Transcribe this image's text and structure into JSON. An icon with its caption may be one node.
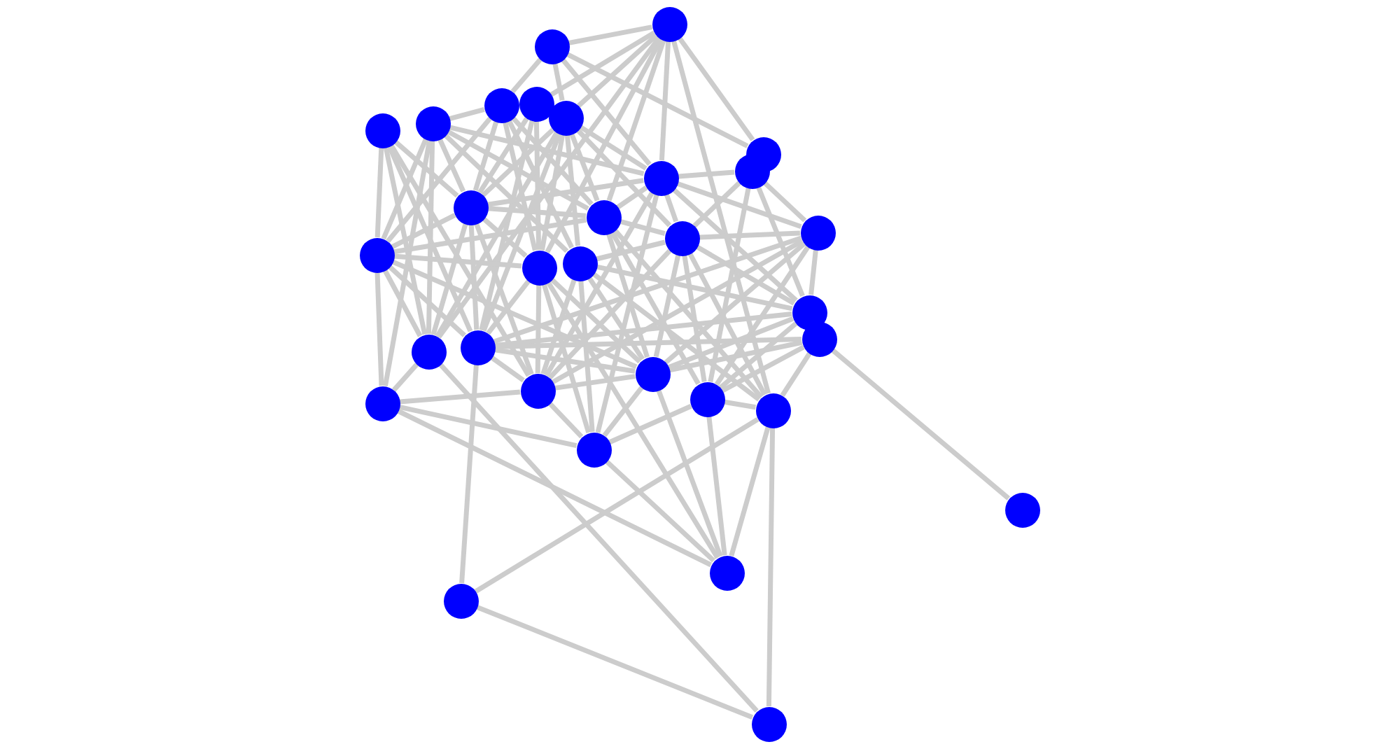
{
  "diagram": {
    "nodes": [
      {
        "text": [],
        "shape": "circle"
      },
      {
        "text": [],
        "shape": "circle"
      },
      {
        "text": [],
        "shape": "circle"
      },
      {
        "text": [],
        "shape": "circle"
      },
      {
        "text": [],
        "shape": "circle"
      },
      {
        "text": [],
        "shape": "circle"
      },
      {
        "text": [],
        "shape": "circle"
      },
      {
        "text": [],
        "shape": "circle"
      },
      {
        "text": [],
        "shape": "circle"
      },
      {
        "text": [],
        "shape": "circle"
      },
      {
        "text": [],
        "shape": "circle"
      },
      {
        "text": [],
        "shape": "circle"
      },
      {
        "text": [],
        "shape": "circle"
      },
      {
        "text": [],
        "shape": "circle"
      },
      {
        "text": [],
        "shape": "circle"
      },
      {
        "text": [],
        "shape": "circle"
      },
      {
        "text": [],
        "shape": "circle"
      },
      {
        "text": [],
        "shape": "circle"
      },
      {
        "text": [],
        "shape": "circle"
      },
      {
        "text": [],
        "shape": "circle"
      },
      {
        "text": [],
        "shape": "circle"
      },
      {
        "text": [],
        "shape": "circle"
      },
      {
        "text": [],
        "shape": "circle"
      },
      {
        "text": [],
        "shape": "circle"
      },
      {
        "text": [],
        "shape": "circle"
      },
      {
        "text": [],
        "shape": "circle"
      },
      {
        "text": [],
        "shape": "circle"
      },
      {
        "text": [],
        "shape": "circle"
      },
      {
        "text": [],
        "shape": "circle"
      },
      {
        "text": [],
        "shape": "circle"
      },
      {
        "text": [],
        "shape": "circle"
      }
    ],
    "edges": [
      {
        "from": 0,
        "to": 1,
        "arrow": "none"
      },
      {
        "from": 0,
        "to": 9,
        "arrow": "none"
      },
      {
        "from": 1,
        "to": 5,
        "arrow": "none"
      },
      {
        "from": 1,
        "to": 6,
        "arrow": "none"
      },
      {
        "from": 1,
        "to": 9,
        "arrow": "none"
      },
      {
        "from": 1,
        "to": 11,
        "arrow": "none"
      },
      {
        "from": 1,
        "to": 15,
        "arrow": "none"
      },
      {
        "from": 1,
        "to": 19,
        "arrow": "none"
      },
      {
        "from": 1,
        "to": 25,
        "arrow": "none"
      },
      {
        "from": 2,
        "to": 10,
        "arrow": "none"
      },
      {
        "from": 2,
        "to": 14,
        "arrow": "none"
      },
      {
        "from": 2,
        "to": 19,
        "arrow": "none"
      },
      {
        "from": 2,
        "to": 20,
        "arrow": "none"
      },
      {
        "from": 2,
        "to": 22,
        "arrow": "none"
      },
      {
        "from": 3,
        "to": 4,
        "arrow": "none"
      },
      {
        "from": 3,
        "to": 9,
        "arrow": "none"
      },
      {
        "from": 3,
        "to": 10,
        "arrow": "none"
      },
      {
        "from": 3,
        "to": 11,
        "arrow": "none"
      },
      {
        "from": 3,
        "to": 14,
        "arrow": "none"
      },
      {
        "from": 3,
        "to": 16,
        "arrow": "none"
      },
      {
        "from": 3,
        "to": 19,
        "arrow": "none"
      },
      {
        "from": 3,
        "to": 21,
        "arrow": "none"
      },
      {
        "from": 4,
        "to": 10,
        "arrow": "none"
      },
      {
        "from": 4,
        "to": 11,
        "arrow": "none"
      },
      {
        "from": 4,
        "to": 14,
        "arrow": "none"
      },
      {
        "from": 4,
        "to": 15,
        "arrow": "none"
      },
      {
        "from": 4,
        "to": 16,
        "arrow": "none"
      },
      {
        "from": 5,
        "to": 10,
        "arrow": "none"
      },
      {
        "from": 5,
        "to": 15,
        "arrow": "none"
      },
      {
        "from": 5,
        "to": 20,
        "arrow": "none"
      },
      {
        "from": 6,
        "to": 9,
        "arrow": "none"
      },
      {
        "from": 6,
        "to": 10,
        "arrow": "none"
      },
      {
        "from": 6,
        "to": 11,
        "arrow": "none"
      },
      {
        "from": 6,
        "to": 13,
        "arrow": "none"
      },
      {
        "from": 6,
        "to": 15,
        "arrow": "none"
      },
      {
        "from": 6,
        "to": 16,
        "arrow": "none"
      },
      {
        "from": 6,
        "to": 19,
        "arrow": "none"
      },
      {
        "from": 6,
        "to": 20,
        "arrow": "none"
      },
      {
        "from": 9,
        "to": 10,
        "arrow": "none"
      },
      {
        "from": 9,
        "to": 11,
        "arrow": "none"
      },
      {
        "from": 9,
        "to": 12,
        "arrow": "none"
      },
      {
        "from": 9,
        "to": 13,
        "arrow": "none"
      },
      {
        "from": 9,
        "to": 17,
        "arrow": "none"
      },
      {
        "from": 9,
        "to": 22,
        "arrow": "none"
      },
      {
        "from": 9,
        "to": 26,
        "arrow": "none"
      },
      {
        "from": 10,
        "to": 11,
        "arrow": "none"
      },
      {
        "from": 10,
        "to": 14,
        "arrow": "none"
      },
      {
        "from": 10,
        "to": 15,
        "arrow": "none"
      },
      {
        "from": 10,
        "to": 19,
        "arrow": "none"
      },
      {
        "from": 10,
        "to": 20,
        "arrow": "none"
      },
      {
        "from": 10,
        "to": 22,
        "arrow": "none"
      },
      {
        "from": 11,
        "to": 13,
        "arrow": "none"
      },
      {
        "from": 11,
        "to": 14,
        "arrow": "none"
      },
      {
        "from": 11,
        "to": 23,
        "arrow": "none"
      },
      {
        "from": 11,
        "to": 24,
        "arrow": "none"
      },
      {
        "from": 11,
        "to": 25,
        "arrow": "none"
      },
      {
        "from": 12,
        "to": 13,
        "arrow": "none"
      },
      {
        "from": 12,
        "to": 17,
        "arrow": "none"
      },
      {
        "from": 12,
        "to": 20,
        "arrow": "none"
      },
      {
        "from": 12,
        "to": 22,
        "arrow": "none"
      },
      {
        "from": 12,
        "to": 23,
        "arrow": "none"
      },
      {
        "from": 12,
        "to": 24,
        "arrow": "none"
      },
      {
        "from": 13,
        "to": 16,
        "arrow": "none"
      },
      {
        "from": 13,
        "to": 17,
        "arrow": "none"
      },
      {
        "from": 13,
        "to": 22,
        "arrow": "none"
      },
      {
        "from": 13,
        "to": 23,
        "arrow": "none"
      },
      {
        "from": 13,
        "to": 24,
        "arrow": "none"
      },
      {
        "from": 13,
        "to": 25,
        "arrow": "none"
      },
      {
        "from": 14,
        "to": 15,
        "arrow": "none"
      },
      {
        "from": 14,
        "to": 19,
        "arrow": "none"
      },
      {
        "from": 14,
        "to": 20,
        "arrow": "none"
      },
      {
        "from": 14,
        "to": 21,
        "arrow": "none"
      },
      {
        "from": 14,
        "to": 23,
        "arrow": "none"
      },
      {
        "from": 15,
        "to": 20,
        "arrow": "none"
      },
      {
        "from": 15,
        "to": 22,
        "arrow": "none"
      },
      {
        "from": 15,
        "to": 23,
        "arrow": "none"
      },
      {
        "from": 15,
        "to": 26,
        "arrow": "none"
      },
      {
        "from": 16,
        "to": 17,
        "arrow": "none"
      },
      {
        "from": 16,
        "to": 22,
        "arrow": "none"
      },
      {
        "from": 16,
        "to": 23,
        "arrow": "none"
      },
      {
        "from": 16,
        "to": 25,
        "arrow": "none"
      },
      {
        "from": 16,
        "to": 26,
        "arrow": "none"
      },
      {
        "from": 17,
        "to": 20,
        "arrow": "none"
      },
      {
        "from": 17,
        "to": 23,
        "arrow": "none"
      },
      {
        "from": 17,
        "to": 24,
        "arrow": "none"
      },
      {
        "from": 18,
        "to": 20,
        "arrow": "none"
      },
      {
        "from": 18,
        "to": 23,
        "arrow": "none"
      },
      {
        "from": 18,
        "to": 24,
        "arrow": "none"
      },
      {
        "from": 18,
        "to": 25,
        "arrow": "none"
      },
      {
        "from": 19,
        "to": 21,
        "arrow": "none"
      },
      {
        "from": 20,
        "to": 22,
        "arrow": "none"
      },
      {
        "from": 20,
        "to": 23,
        "arrow": "none"
      },
      {
        "from": 21,
        "to": 22,
        "arrow": "none"
      },
      {
        "from": 21,
        "to": 26,
        "arrow": "none"
      },
      {
        "from": 22,
        "to": 23,
        "arrow": "none"
      },
      {
        "from": 22,
        "to": 26,
        "arrow": "none"
      },
      {
        "from": 23,
        "to": 26,
        "arrow": "none"
      },
      {
        "from": 24,
        "to": 25,
        "arrow": "none"
      },
      {
        "from": 24,
        "to": 26,
        "arrow": "none"
      },
      {
        "from": 0,
        "to": 4,
        "arrow": "none"
      },
      {
        "from": 0,
        "to": 6,
        "arrow": "none"
      },
      {
        "from": 0,
        "to": 7,
        "arrow": "none"
      },
      {
        "from": 1,
        "to": 7,
        "arrow": "none"
      },
      {
        "from": 8,
        "to": 9,
        "arrow": "none"
      },
      {
        "from": 8,
        "to": 12,
        "arrow": "none"
      },
      {
        "from": 8,
        "to": 13,
        "arrow": "none"
      },
      {
        "from": 8,
        "to": 17,
        "arrow": "none"
      },
      {
        "from": 8,
        "to": 24,
        "arrow": "none"
      },
      {
        "from": 18,
        "to": 27,
        "arrow": "none"
      },
      {
        "from": 20,
        "to": 29,
        "arrow": "none"
      },
      {
        "from": 25,
        "to": 29,
        "arrow": "none"
      },
      {
        "from": 29,
        "to": 30,
        "arrow": "none"
      },
      {
        "from": 25,
        "to": 30,
        "arrow": "none"
      },
      {
        "from": 19,
        "to": 30,
        "arrow": "none"
      },
      {
        "from": 15,
        "to": 28,
        "arrow": "none"
      },
      {
        "from": 21,
        "to": 28,
        "arrow": "none"
      },
      {
        "from": 23,
        "to": 28,
        "arrow": "none"
      },
      {
        "from": 24,
        "to": 28,
        "arrow": "none"
      },
      {
        "from": 25,
        "to": 28,
        "arrow": "none"
      },
      {
        "from": 26,
        "to": 28,
        "arrow": "none"
      }
    ]
  }
}
